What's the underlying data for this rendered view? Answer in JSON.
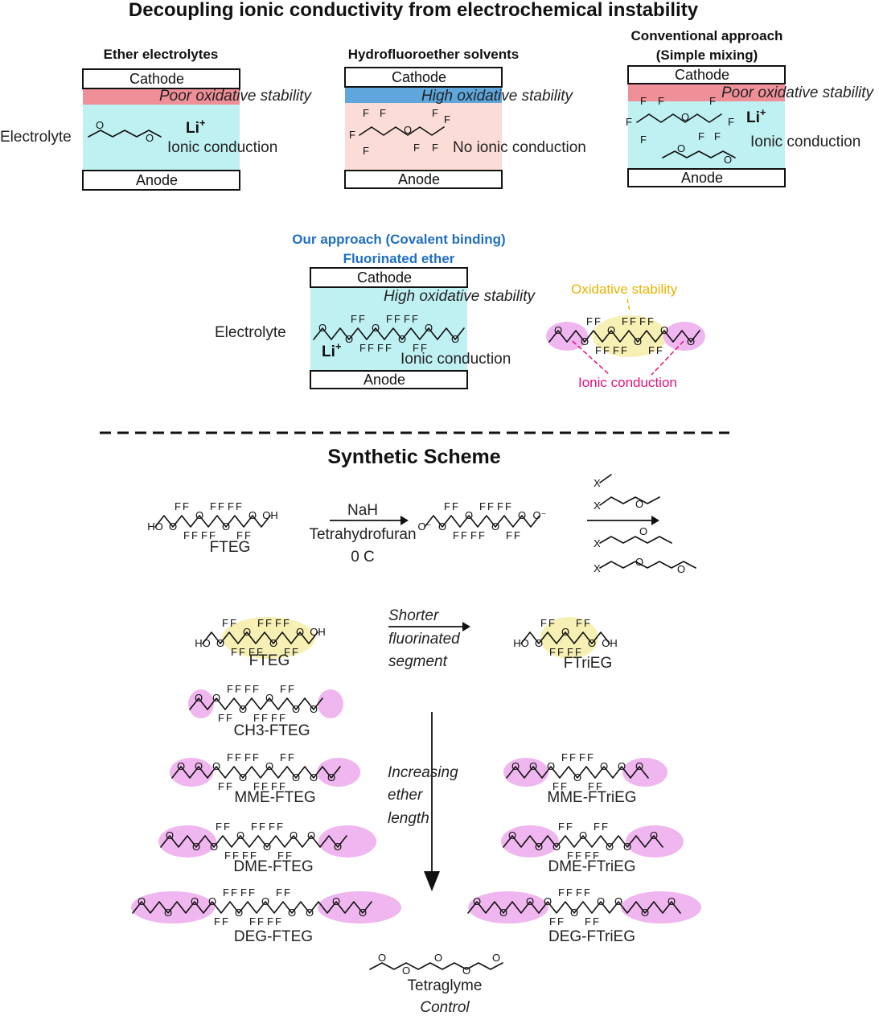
{
  "title": "Decoupling ionic conductivity from electrochemical instability",
  "panels": {
    "ether": {
      "heading": "Ether electrolytes",
      "cathode": "Cathode",
      "anode": "Anode",
      "stability": "Poor oxidative stability",
      "conduction": "Ionic conduction",
      "ion": "Li",
      "ion_charge": "+",
      "side_label": "Electrolyte"
    },
    "hfe": {
      "heading": "Hydrofluoroether solvents",
      "cathode": "Cathode",
      "anode": "Anode",
      "stability": "High oxidative stability",
      "conduction": "No ionic conduction"
    },
    "conventional": {
      "heading_line1": "Conventional approach",
      "heading_line2": "(Simple mixing)",
      "cathode": "Cathode",
      "anode": "Anode",
      "stability": "Poor oxidative stability",
      "conduction": "Ionic conduction",
      "ion": "Li",
      "ion_charge": "+"
    },
    "ours": {
      "heading_line1": "Our approach (Covalent binding)",
      "heading_line2": "Fluorinated ether",
      "cathode": "Cathode",
      "anode": "Anode",
      "stability": "High oxidative stability",
      "conduction": "Ionic conduction",
      "ion": "Li",
      "ion_charge": "+",
      "side_label": "Electrolyte"
    },
    "callout": {
      "oxidative": "Oxidative stability",
      "ionic": "Ionic conduction"
    }
  },
  "scheme": {
    "title": "Synthetic Scheme",
    "start_label": "FTEG",
    "reagent": "NaH",
    "solvent": "Tetrahydrofuran",
    "temperature": "0 C",
    "shorter_label": [
      "Shorter",
      "fluorinated",
      "segment"
    ],
    "increasing_label": [
      "Increasing",
      "ether",
      "length"
    ],
    "left_column": [
      "FTEG",
      "CH3-FTEG",
      "MME-FTEG",
      "DME-FTEG",
      "DEG-FTEG"
    ],
    "right_column": [
      "FTriEG",
      "MME-FTriEG",
      "DME-FTriEG",
      "DEG-FTriEG"
    ],
    "control_name": "Tetraglyme",
    "control_label": "Control"
  },
  "atoms": {
    "F": "F",
    "O": "O",
    "X": "X",
    "HO": "HO",
    "OH": "OH",
    "Oneg": "O⁻"
  },
  "colors": {
    "cyan": "#bff0f2",
    "pink_layer": "#ef8f98",
    "blue_layer": "#5fa6dc",
    "salmon": "#fcdcd6",
    "highlight_pink": "#f0b6ef",
    "highlight_yellow": "#f7f0b4",
    "heading_blue": "#1f6fc4",
    "gold": "#e8b400",
    "magenta": "#e3127a"
  }
}
